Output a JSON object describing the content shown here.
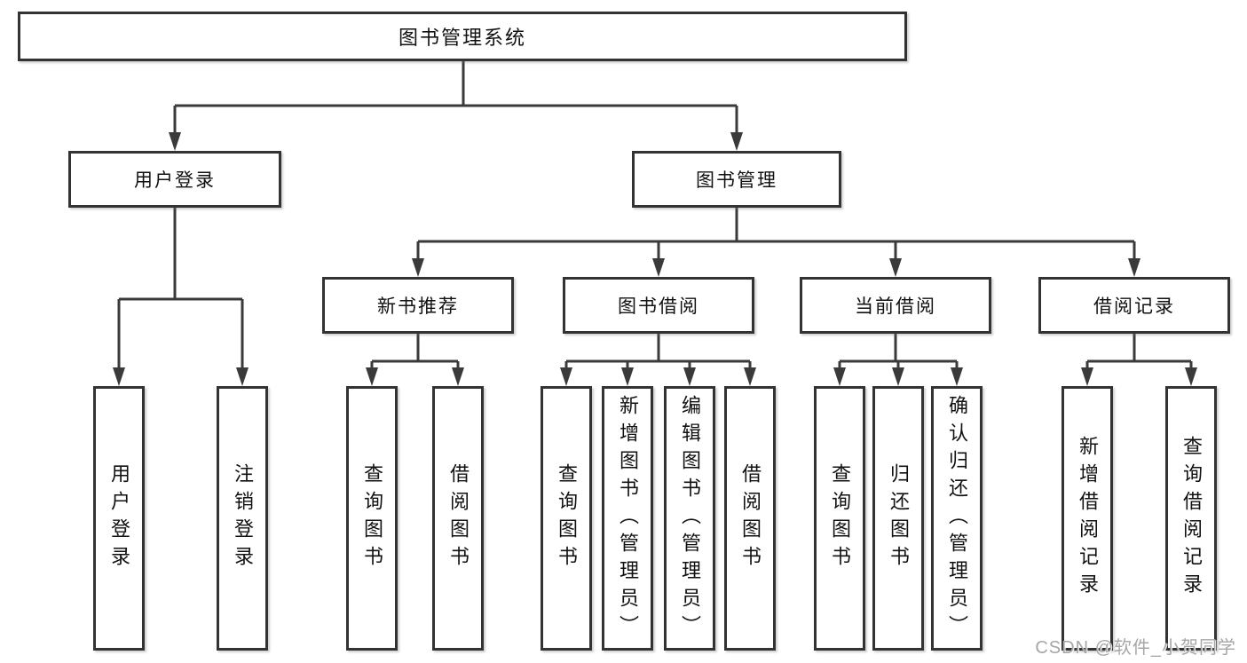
{
  "diagram": {
    "root": {
      "label": "图书管理系统"
    },
    "level2": [
      {
        "label": "用户登录"
      },
      {
        "label": "图书管理"
      }
    ],
    "level3": [
      {
        "label": "新书推荐"
      },
      {
        "label": "图书借阅"
      },
      {
        "label": "当前借阅"
      },
      {
        "label": "借阅记录"
      }
    ],
    "leaves": [
      {
        "label": "用户登录"
      },
      {
        "label": "注销登录"
      },
      {
        "label": "查询图书"
      },
      {
        "label": "借阅图书"
      },
      {
        "label": "查询图书"
      },
      {
        "label": "新增图书（管理员）"
      },
      {
        "label": "编辑图书（管理员）"
      },
      {
        "label": "借阅图书"
      },
      {
        "label": "查询图书"
      },
      {
        "label": "归还图书"
      },
      {
        "label": "确认归还（管理员）"
      },
      {
        "label": "新增借阅记录"
      },
      {
        "label": "查询借阅记录"
      }
    ]
  },
  "watermark": {
    "text": "CSDN @软件_小贺同学"
  },
  "colors": {
    "line": "#3a3a3a",
    "box_border": "#333333",
    "box_fill": "#ffffff",
    "text": "#111111",
    "watermark": "#a6a6a6"
  }
}
